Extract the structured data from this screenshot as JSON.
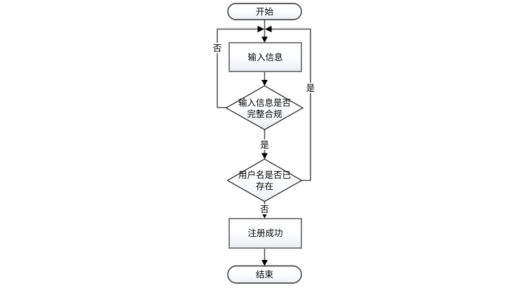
{
  "diagram": {
    "title": "registration-flowchart",
    "nodes": {
      "start": {
        "type": "terminator",
        "label": "开始"
      },
      "input_info": {
        "type": "process",
        "label": "输入信息"
      },
      "check_complete": {
        "type": "decision",
        "line1": "输入信息是否",
        "line2": "完整合规"
      },
      "check_username": {
        "type": "decision",
        "line1": "用户名是否已",
        "line2": "存在"
      },
      "register_success": {
        "type": "process",
        "label": "注册成功"
      },
      "end": {
        "type": "terminator",
        "label": "结束"
      }
    },
    "edge_labels": {
      "check_complete_no": "否",
      "check_complete_yes": "是",
      "check_username_yes": "是",
      "check_username_no": "否"
    },
    "colors": {
      "background": "#ffffff",
      "connector": "#4d4d4d",
      "arrowhead": "#000000",
      "process_border": "#7f7f7f",
      "decision_border": "#1a1a1a",
      "terminator_border": "#2b2b2b",
      "node_fill_top": "#ffffff",
      "node_fill_bottom": "#e9edf3",
      "text": "#000000"
    }
  }
}
